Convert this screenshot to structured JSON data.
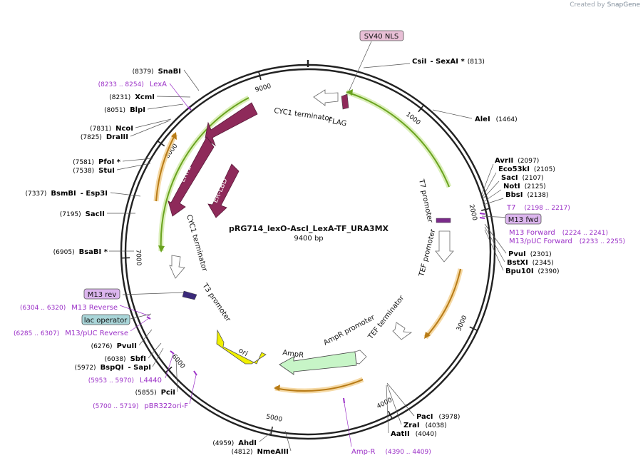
{
  "credit": {
    "prefix": "Created by",
    "brand": "SnapGene"
  },
  "plasmid": {
    "name": "pRG714_lexO-AscI_LexA-TF_URA3MX",
    "length_label": "9400 bp",
    "length_bp": 9400
  },
  "ring_ticks": [
    {
      "label": "1000",
      "bp": 1000
    },
    {
      "label": "2000",
      "bp": 2000
    },
    {
      "label": "3000",
      "bp": 3000
    },
    {
      "label": "4000",
      "bp": 4000
    },
    {
      "label": "5000",
      "bp": 5000
    },
    {
      "label": "6000",
      "bp": 6000
    },
    {
      "label": "7000",
      "bp": 7000
    },
    {
      "label": "8000",
      "bp": 8000
    },
    {
      "label": "9000",
      "bp": 9000
    }
  ],
  "sites_right": [
    {
      "name": "CsiI",
      "name2": "- SexAI *",
      "pos": "(813)"
    },
    {
      "name": "AleI",
      "pos": "(1464)"
    },
    {
      "name": "AvrII",
      "pos": "(2097)"
    },
    {
      "name": "Eco53kI",
      "pos": "(2105)"
    },
    {
      "name": "SacI",
      "pos": "(2107)"
    },
    {
      "name": "NotI",
      "pos": "(2125)"
    },
    {
      "name": "BbsI",
      "pos": "(2138)"
    },
    {
      "name": "PvuI",
      "pos": "(2301)"
    },
    {
      "name": "BstXI",
      "pos": "(2345)"
    },
    {
      "name": "Bpu10I",
      "pos": "(2390)"
    },
    {
      "name": "PacI",
      "pos": "(3978)"
    },
    {
      "name": "ZraI",
      "pos": "(4038)"
    },
    {
      "name": "AatII",
      "pos": "(4040)"
    }
  ],
  "sites_left": [
    {
      "name": "SnaBI",
      "pos": "(8379)"
    },
    {
      "name": "XcmI",
      "pos": "(8231)"
    },
    {
      "name": "BlpI",
      "pos": "(8051)"
    },
    {
      "name": "NcoI",
      "pos": "(7831)"
    },
    {
      "name": "DraIII",
      "pos": "(7825)"
    },
    {
      "name": "PfoI *",
      "pos": "(7581)"
    },
    {
      "name": "StuI",
      "pos": "(7538)"
    },
    {
      "name": "BsmBI",
      "name2": "- Esp3I",
      "pos": "(7337)"
    },
    {
      "name": "SacII",
      "pos": "(7195)"
    },
    {
      "name": "BsaBI *",
      "pos": "(6905)"
    },
    {
      "name": "PvuII",
      "pos": "(6276)"
    },
    {
      "name": "SbfI",
      "pos": "(6038)"
    },
    {
      "name": "BspQI",
      "name2": "- SapI",
      "pos": "(5972)"
    },
    {
      "name": "PciI",
      "pos": "(5855)"
    },
    {
      "name": "AhdI",
      "pos": "(4959)"
    },
    {
      "name": "NmeAIII",
      "pos": "(4812)"
    }
  ],
  "primers": [
    {
      "name": "T7",
      "range": "(2198 .. 2217)"
    },
    {
      "name": "M13 Forward",
      "range": "(2224 .. 2241)"
    },
    {
      "name": "M13/pUC Forward",
      "range": "(2233 .. 2255)"
    },
    {
      "name": "Amp-R",
      "range": "(4390 .. 4409)"
    },
    {
      "name": "pBR322ori-F",
      "range": "(5700 .. 5719)"
    },
    {
      "name": "L4440",
      "range": "(5953 .. 5970)"
    },
    {
      "name": "M13/pUC Reverse",
      "range": "(6285 .. 6307)"
    },
    {
      "name": "M13 Reverse",
      "range": "(6304 .. 6320)"
    },
    {
      "name": "LexA",
      "range": "(8233 .. 8254)"
    }
  ],
  "boxed_labels": [
    {
      "name": "SV40 NLS",
      "color": "#e8bfd6"
    },
    {
      "name": "M13 fwd",
      "color": "#dcb6ee"
    },
    {
      "name": "M13 rev",
      "color": "#dcb6ee"
    },
    {
      "name": "lac operator",
      "color": "#a9d5d8"
    }
  ],
  "features": [
    {
      "name": "LexA",
      "color": "#8e2a5a"
    },
    {
      "name": "ERT2",
      "color": "#8e2a5a"
    },
    {
      "name": "ER-LBD",
      "color": "#8e2a5a"
    },
    {
      "name": "ori",
      "color": "#f0f000"
    },
    {
      "name": "AmpR",
      "color": "#c7f5c7"
    },
    {
      "name": "CYC1 terminator"
    },
    {
      "name": "FLAG"
    },
    {
      "name": "T7 promoter"
    },
    {
      "name": "TEF promoter"
    },
    {
      "name": "TEF terminator"
    },
    {
      "name": "AmpR promoter"
    },
    {
      "name": "T3 promoter"
    },
    {
      "name": "CYC1 terminator"
    }
  ],
  "colors": {
    "ring": "#222222",
    "feature_dark": "#8e2a5a",
    "ori": "#f0f000",
    "ampr": "#c7f5c7",
    "orf_green": "#6aa31f",
    "orf_orange": "#b87b16",
    "primer": "#9b30c7"
  }
}
